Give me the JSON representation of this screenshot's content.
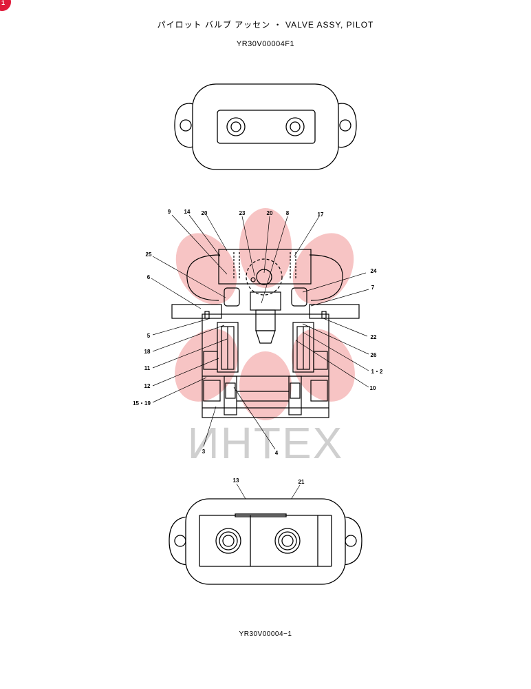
{
  "header": {
    "title": "パイロット バルブ アッセン ・ VALVE ASSY, PILOT",
    "code": "YR30V00004F1"
  },
  "footer": {
    "code": "YR30V00004−1"
  },
  "badge": {
    "text": "1",
    "color": "#e01a3a"
  },
  "watermark": {
    "text": "ИНТЕХ",
    "color": "#cfcfcf",
    "logo_color": "#f7c4c4"
  },
  "callouts": {
    "c9": "9",
    "c14": "14",
    "c20a": "20",
    "c23": "23",
    "c20b": "20",
    "c8": "8",
    "c17": "17",
    "c25": "25",
    "c6": "6",
    "c24": "24",
    "c7": "7",
    "c5": "5",
    "c18": "18",
    "c11": "11",
    "c12": "12",
    "c15_19": "15・19",
    "c3": "3",
    "c4": "4",
    "c22": "22",
    "c26": "26",
    "c1_2": "1・2",
    "c10": "10",
    "c13": "13",
    "c21": "21"
  }
}
